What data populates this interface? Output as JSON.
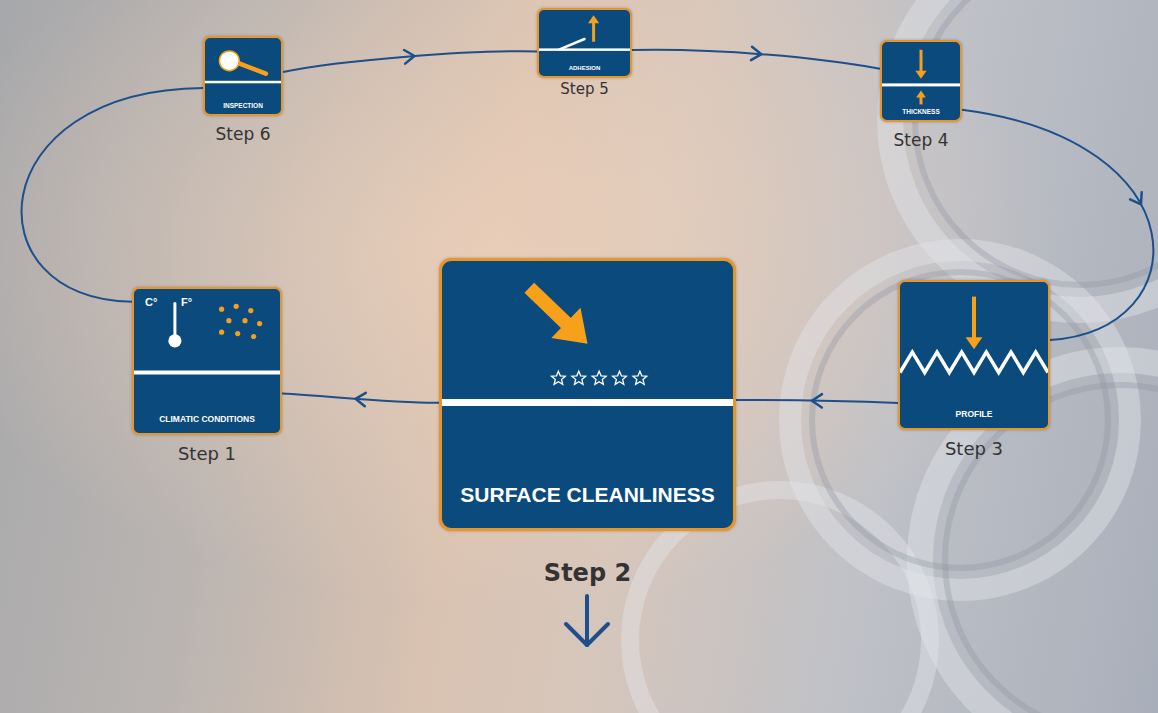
{
  "diagram": {
    "nodes": [
      {
        "text": [
          "INSPECTION",
          "Step 6"
        ]
      },
      {
        "text": [
          "ADHESION",
          "Step 5"
        ]
      },
      {
        "text": [
          "THICKNESS",
          "Step 4"
        ]
      },
      {
        "text": [
          "CLIMATIC CONDITIONS",
          "Step 1"
        ]
      },
      {
        "text": [
          "SURFACE CLEANLINESS",
          "Step 2"
        ]
      },
      {
        "text": [
          "PROFILE",
          "Step 3"
        ]
      }
    ],
    "edges": [
      {
        "from": 0,
        "to": 1,
        "arrow": "to"
      },
      {
        "from": 1,
        "to": 2,
        "arrow": "to"
      },
      {
        "from": 2,
        "to": 5,
        "arrow": "to"
      },
      {
        "from": 5,
        "to": 4,
        "arrow": "to"
      },
      {
        "from": 4,
        "to": 3,
        "arrow": "to"
      },
      {
        "from": 3,
        "to": 0,
        "arrow": "none"
      }
    ],
    "labels": [
      "C°",
      "F°"
    ]
  }
}
